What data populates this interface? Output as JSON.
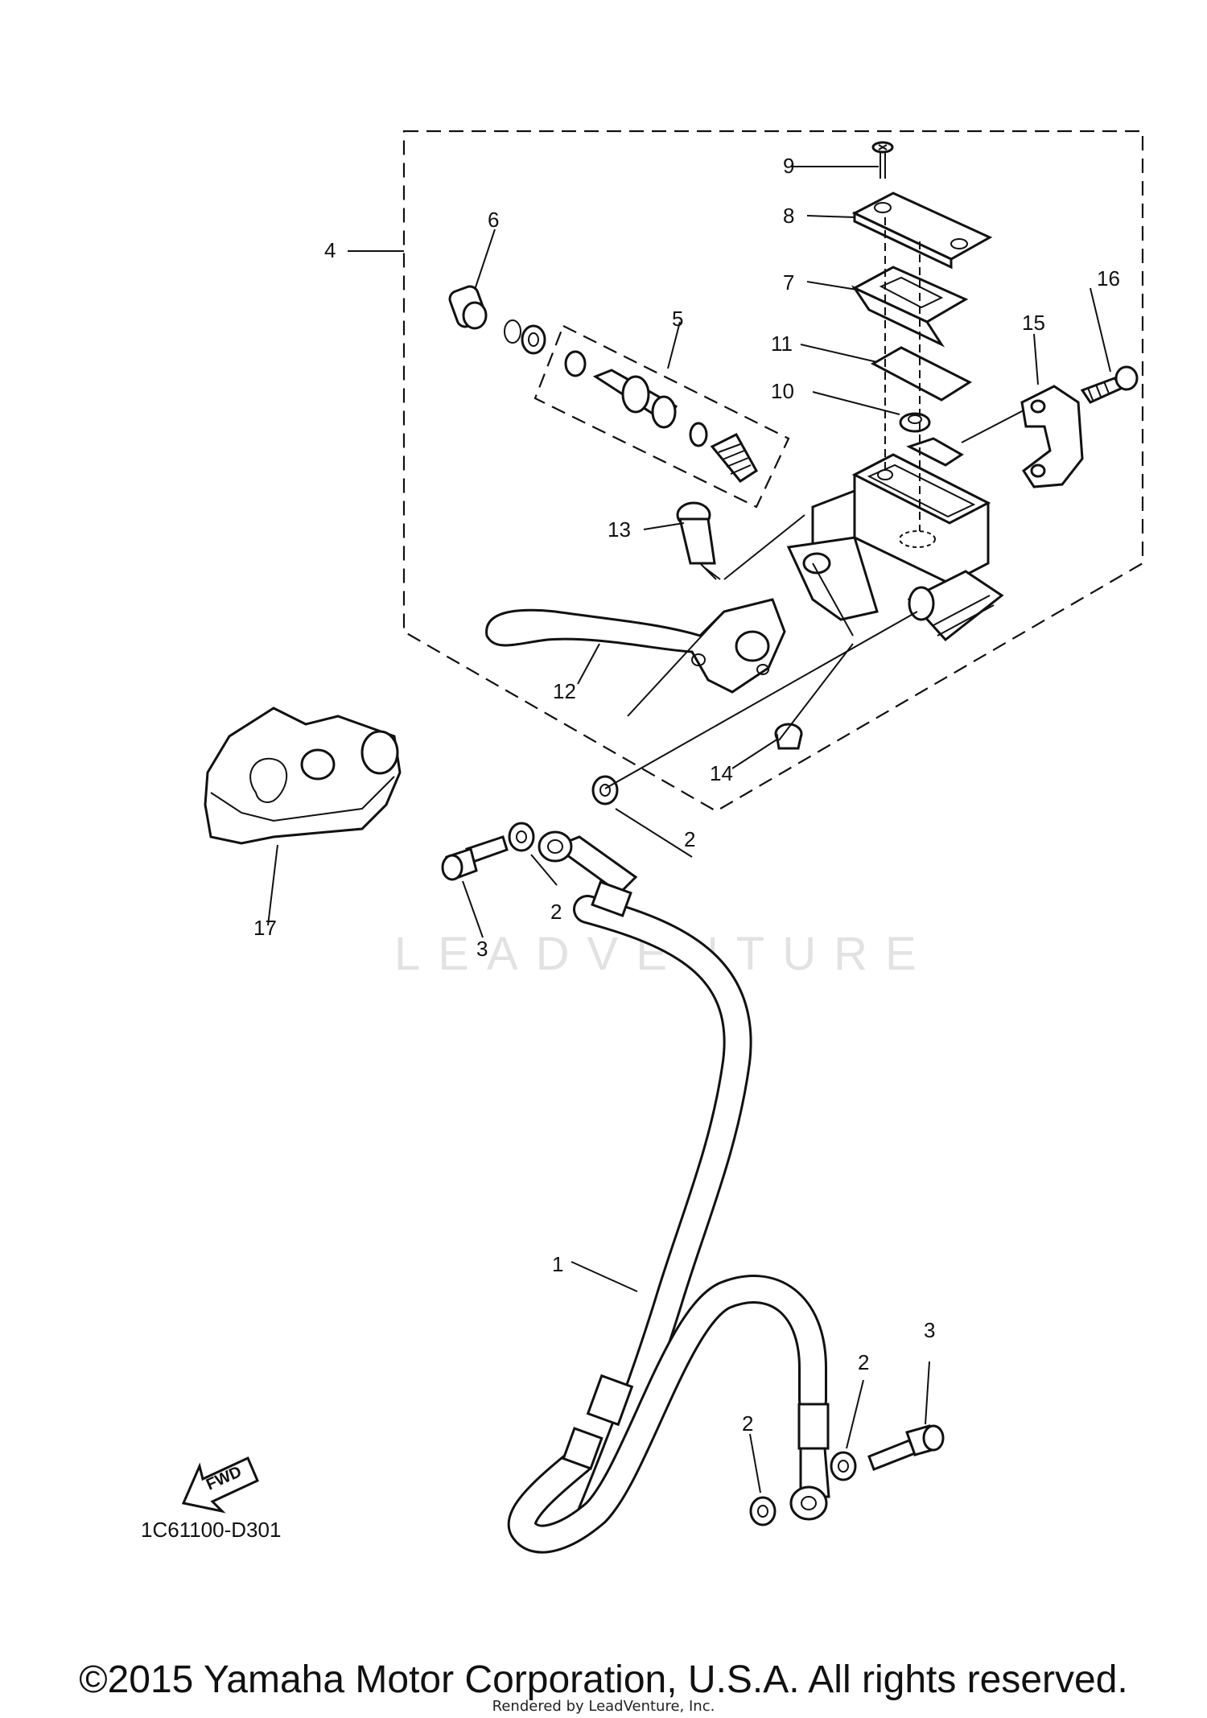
{
  "diagram": {
    "callouts": [
      {
        "id": "c1",
        "text": "1"
      },
      {
        "id": "c2a",
        "text": "2"
      },
      {
        "id": "c2b",
        "text": "2"
      },
      {
        "id": "c2c",
        "text": "2"
      },
      {
        "id": "c2d",
        "text": "2"
      },
      {
        "id": "c3a",
        "text": "3"
      },
      {
        "id": "c3b",
        "text": "3"
      },
      {
        "id": "c4",
        "text": "4"
      },
      {
        "id": "c5",
        "text": "5"
      },
      {
        "id": "c6",
        "text": "6"
      },
      {
        "id": "c7",
        "text": "7"
      },
      {
        "id": "c8",
        "text": "8"
      },
      {
        "id": "c9",
        "text": "9"
      },
      {
        "id": "c10",
        "text": "10"
      },
      {
        "id": "c11",
        "text": "11"
      },
      {
        "id": "c12",
        "text": "12"
      },
      {
        "id": "c13",
        "text": "13"
      },
      {
        "id": "c14",
        "text": "14"
      },
      {
        "id": "c15",
        "text": "15"
      },
      {
        "id": "c16",
        "text": "16"
      },
      {
        "id": "c17",
        "text": "17"
      }
    ],
    "diagram_code": "1C61100-D301",
    "fwd_label": "FWD",
    "watermark": "LEADVENTURE"
  },
  "footer": {
    "copyright": "©2015 Yamaha Motor Corporation, U.S.A. All rights reserved.",
    "rendered_by": "Rendered by LeadVenture, Inc."
  }
}
